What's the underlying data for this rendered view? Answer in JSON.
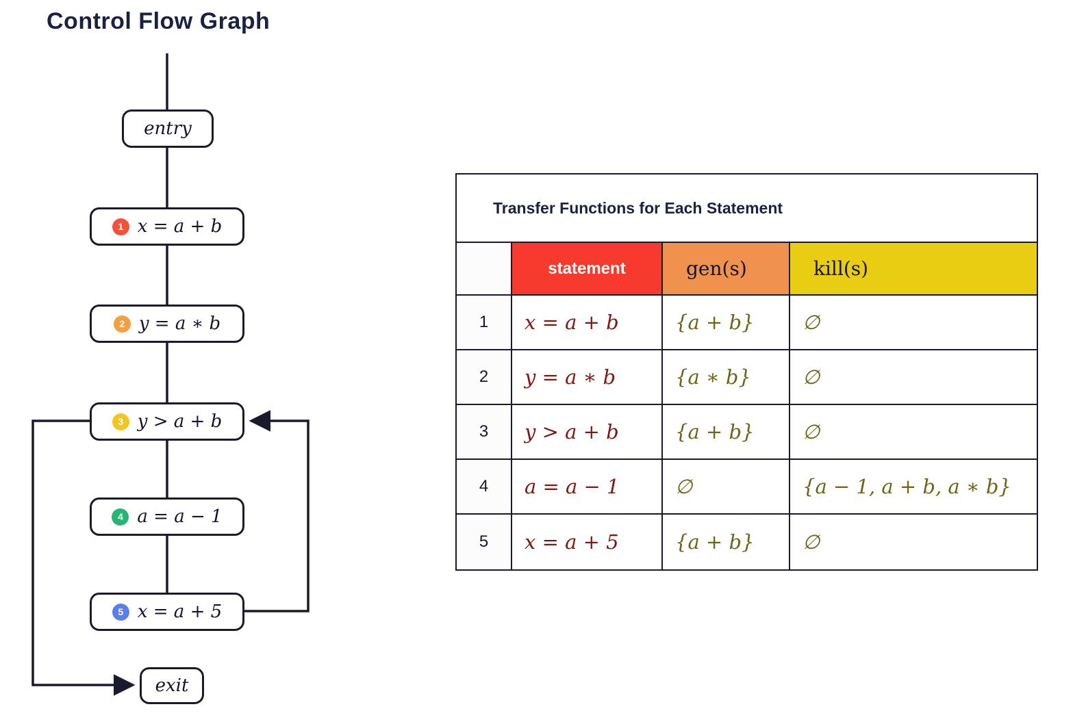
{
  "title": "Control Flow Graph",
  "cfg": {
    "entry_label": "entry",
    "exit_label": "exit",
    "nodes": [
      {
        "num": "1",
        "label": "x = a + b",
        "badge_color": "#f4503a"
      },
      {
        "num": "2",
        "label": "y = a ∗ b",
        "badge_color": "#f59e42"
      },
      {
        "num": "3",
        "label": "y > a + b",
        "badge_color": "#f2c61f"
      },
      {
        "num": "4",
        "label": "a = a − 1",
        "badge_color": "#27b573"
      },
      {
        "num": "5",
        "label": "x = a + 5",
        "badge_color": "#5b7fe8"
      }
    ]
  },
  "table": {
    "title": "Transfer Functions for Each Statement",
    "col_headers": {
      "statement": "statement",
      "gen": "gen(s)",
      "kill": "kill(s)"
    },
    "header_colors": {
      "statement": "#f8392d",
      "gen": "#f0914d",
      "kill": "#e8cd12"
    },
    "text_colors": {
      "statement_text": "#7f1710",
      "gen_kill_text": "#6e6418",
      "border": "#1a1a2e"
    },
    "rows": [
      {
        "num": "1",
        "statement": "x = a + b",
        "gen": "{a + b}",
        "kill": "∅"
      },
      {
        "num": "2",
        "statement": "y = a ∗ b",
        "gen": "{a ∗ b}",
        "kill": "∅"
      },
      {
        "num": "3",
        "statement": "y > a + b",
        "gen": "{a + b}",
        "kill": "∅"
      },
      {
        "num": "4",
        "statement": "a = a − 1",
        "gen": "∅",
        "kill": "{a − 1, a + b, a ∗ b}"
      },
      {
        "num": "5",
        "statement": "x = a + 5",
        "gen": "{a + b}",
        "kill": "∅"
      }
    ]
  }
}
